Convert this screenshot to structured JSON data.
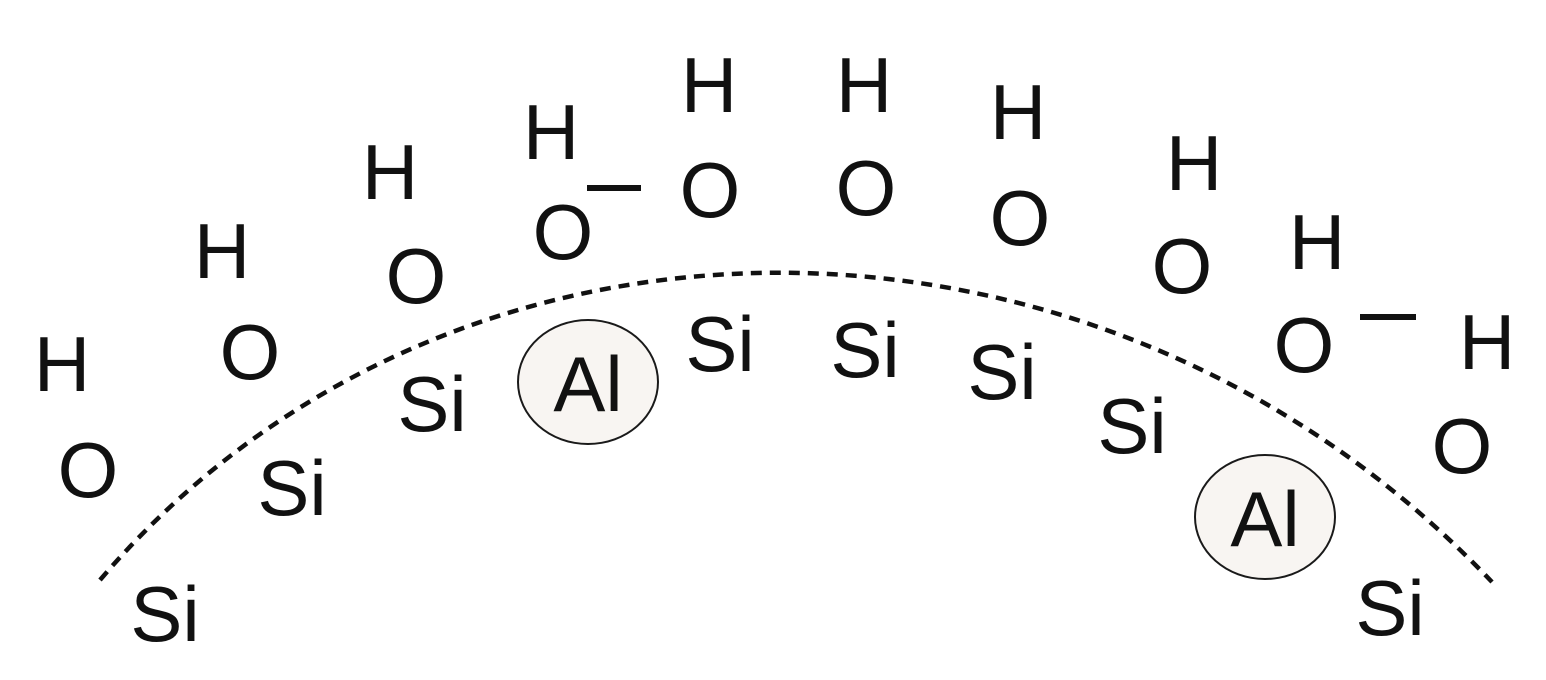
{
  "diagram": {
    "atoms": {
      "h": "H",
      "o": "O",
      "si": "Si",
      "al": "Al"
    },
    "charge_symbol": "−",
    "colors": {
      "ink": "#111111",
      "al_fill": "#f8f5f2",
      "background": "#ffffff"
    },
    "surface_line": "dashed"
  }
}
